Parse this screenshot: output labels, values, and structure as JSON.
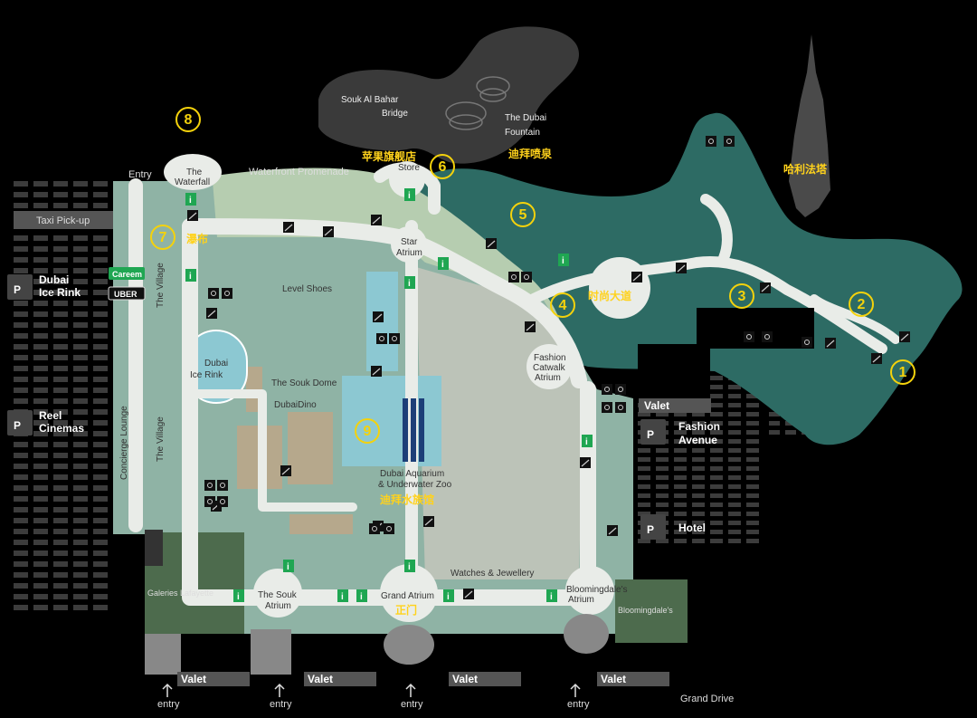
{
  "places": {
    "souk_al_bahar_bridge": [
      "Souk Al Bahar",
      "Bridge"
    ],
    "dubai_fountain": [
      "The Dubai",
      "Fountain"
    ],
    "waterfront_promenade": "Waterfront Promenade",
    "entry_top": "Entry",
    "the_waterfall": [
      "The",
      "Waterfall"
    ],
    "apple_store": "Store",
    "star_atrium": [
      "Star",
      "Atrium"
    ],
    "level_shoes": "Level Shoes",
    "taxi_pickup": "Taxi Pick-up",
    "careem": "Careem",
    "uber": "UBER",
    "the_village_top": "The Village",
    "the_village_bottom": "The Village",
    "concierge_lounge": "Concierge Lounge",
    "dubai_ice_rink_inner": [
      "Dubai",
      "Ice Rink"
    ],
    "the_souk_dome": "The Souk Dome",
    "dubaidino": "DubaiDino",
    "dubai_aquarium": [
      "Dubai Aquarium",
      "& Underwater Zoo"
    ],
    "fashion_catwalk_atrium": [
      "Fashion",
      "Catwalk",
      "Atrium"
    ],
    "galeries_lafayette": "Galeries Lafayette",
    "souk_atrium": [
      "The Souk",
      "Atrium"
    ],
    "grand_atrium": "Grand Atrium",
    "watches_jewellery": "Watches & Jewellery",
    "bloomingdales_atrium": [
      "Bloomingdale's",
      "Atrium"
    ],
    "bloomingdales": "Bloomingdale's",
    "grand_drive": "Grand Drive",
    "entry": "entry"
  },
  "parking": {
    "symbol": "P",
    "dubai_ice_rink": [
      "Dubai",
      "Ice Rink"
    ],
    "reel_cinemas": [
      "Reel",
      "Cinemas"
    ],
    "fashion_avenue": [
      "Fashion",
      "Avenue"
    ],
    "hotel": "Hotel",
    "valet": "Valet"
  },
  "chinese_labels": {
    "apple_flagship": "苹果旗舰店",
    "dubai_fountain": "迪拜喷泉",
    "burj_khalifa": "哈利法塔",
    "waterfall": "瀑布",
    "fashion_avenue": "时尚大道",
    "aquarium": "迪拜水族馆",
    "main_gate": "正门"
  },
  "markers": [
    "①",
    "②",
    "③",
    "④",
    "⑤",
    "⑥",
    "⑦",
    "⑧",
    "⑨"
  ],
  "colors": {
    "background": "#000000",
    "teal_extension": "#2d6b64",
    "walkway": "#e9ece8",
    "green_block": "#8fb3a5",
    "light_green": "#b6cdb0",
    "cyan_aquarium": "#8cc8d2",
    "gray_zone": "#bcc3b8",
    "tan_block": "#b6a88c",
    "fountain_lake": "#3a3a3a",
    "marker_yellow": "#f4d20c",
    "info_green": "#1fa652"
  },
  "icon_legend": {
    "info": "i",
    "escalator": "escalator-icon",
    "restroom": "restroom-icon",
    "elevator": "elevator-icon",
    "prayer": "prayer-room-icon"
  }
}
